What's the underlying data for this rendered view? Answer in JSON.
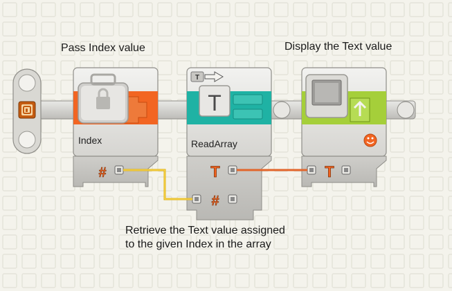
{
  "captions": {
    "pass_index": "Pass Index value",
    "display_text": "Display the Text value",
    "retrieve_text": "Retrieve the Text value assigned\nto the given Index in the array"
  },
  "blocks": {
    "index": {
      "label": "Index",
      "plug_icon": "#"
    },
    "read_array": {
      "label": "ReadArray",
      "plug_out_icon": "T",
      "plug_in_icon": "#",
      "header_icon": "T"
    },
    "display": {
      "plug_icon": "T"
    }
  },
  "colors": {
    "background": "#f4f3ec",
    "grid": "#e6e5dc",
    "index_accent": "#f26522",
    "read_array_accent": "#1fb2a4",
    "display_accent": "#a5cf3a",
    "number_wire": "#f0c419",
    "text_wire": "#e2652a"
  },
  "icons": [
    "suitcase-lock-icon",
    "text-array-icon",
    "screen-display-icon",
    "smiley-icon",
    "start-icon"
  ]
}
